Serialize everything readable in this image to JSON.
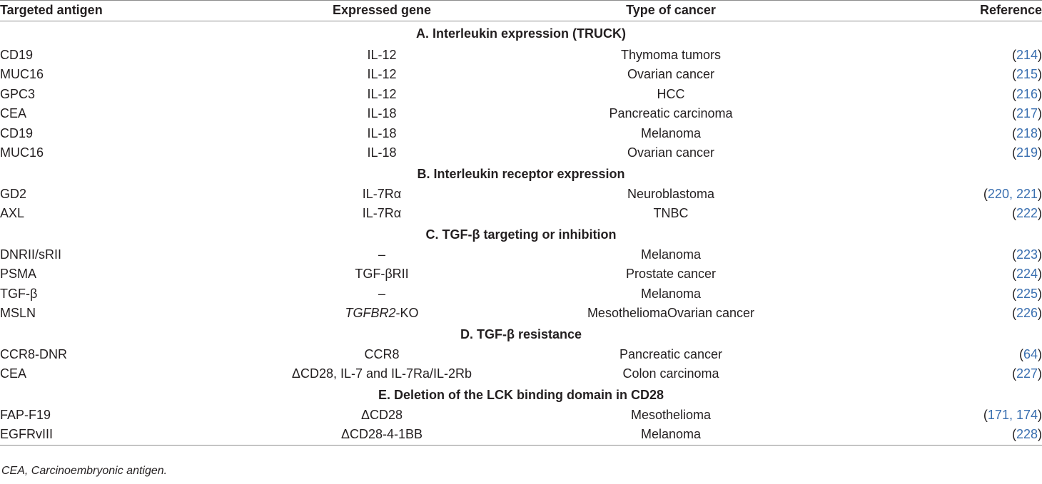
{
  "header": {
    "col1": "Targeted antigen",
    "col2": "Expressed gene",
    "col3": "Type of cancer",
    "col4": "Reference"
  },
  "sections": [
    {
      "title": "A. Interleukin expression (TRUCK)",
      "rows": [
        {
          "antigen": "CD19",
          "gene": "IL-12",
          "cancer": "Thymoma tumors",
          "ref": "214"
        },
        {
          "antigen": "MUC16",
          "gene": "IL-12",
          "cancer": "Ovarian cancer",
          "ref": "215"
        },
        {
          "antigen": "GPC3",
          "gene": "IL-12",
          "cancer": "HCC",
          "ref": "216"
        },
        {
          "antigen": "CEA",
          "gene": "IL-18",
          "cancer": "Pancreatic carcinoma",
          "ref": "217"
        },
        {
          "antigen": "CD19",
          "gene": "IL-18",
          "cancer": "Melanoma",
          "ref": "218"
        },
        {
          "antigen": "MUC16",
          "gene": "IL-18",
          "cancer": "Ovarian cancer",
          "ref": "219"
        }
      ]
    },
    {
      "title": "B. Interleukin receptor expression",
      "rows": [
        {
          "antigen": "GD2",
          "gene": "IL-7Rα",
          "cancer": "Neuroblastoma",
          "ref": "220, 221"
        },
        {
          "antigen": "AXL",
          "gene": "IL-7Rα",
          "cancer": "TNBC",
          "ref": "222"
        }
      ]
    },
    {
      "title": "C. TGF-β targeting or inhibition",
      "rows": [
        {
          "antigen": "DNRII/sRII",
          "gene": "–",
          "cancer": "Melanoma",
          "ref": "223"
        },
        {
          "antigen": "PSMA",
          "gene": "TGF-βRII",
          "cancer": "Prostate cancer",
          "ref": "224"
        },
        {
          "antigen": "TGF-β",
          "gene": "–",
          "cancer": "Melanoma",
          "ref": "225"
        },
        {
          "antigen": "MSLN",
          "gene": "TGFBR2",
          "gene_suffix": "-KO",
          "cancer": "MesotheliomaOvarian cancer",
          "ref": "226"
        }
      ]
    },
    {
      "title": "D. TGF-β resistance",
      "rows": [
        {
          "antigen": "CCR8-DNR",
          "gene": "CCR8",
          "cancer": "Pancreatic cancer",
          "ref": "64"
        },
        {
          "antigen": "CEA",
          "gene": "ΔCD28, IL-7 and IL-7Ra/IL-2Rb",
          "cancer": "Colon carcinoma",
          "ref": "227"
        }
      ]
    },
    {
      "title": "E. Deletion of the LCK binding domain in CD28",
      "rows": [
        {
          "antigen": "FAP-F19",
          "gene": "ΔCD28",
          "cancer": "Mesothelioma",
          "ref": "171, 174"
        },
        {
          "antigen": "EGFRvIII",
          "gene": "ΔCD28-4-1BB",
          "cancer": "Melanoma",
          "ref": "228"
        }
      ]
    }
  ],
  "footnote": "CEA, Carcinoembryonic antigen."
}
